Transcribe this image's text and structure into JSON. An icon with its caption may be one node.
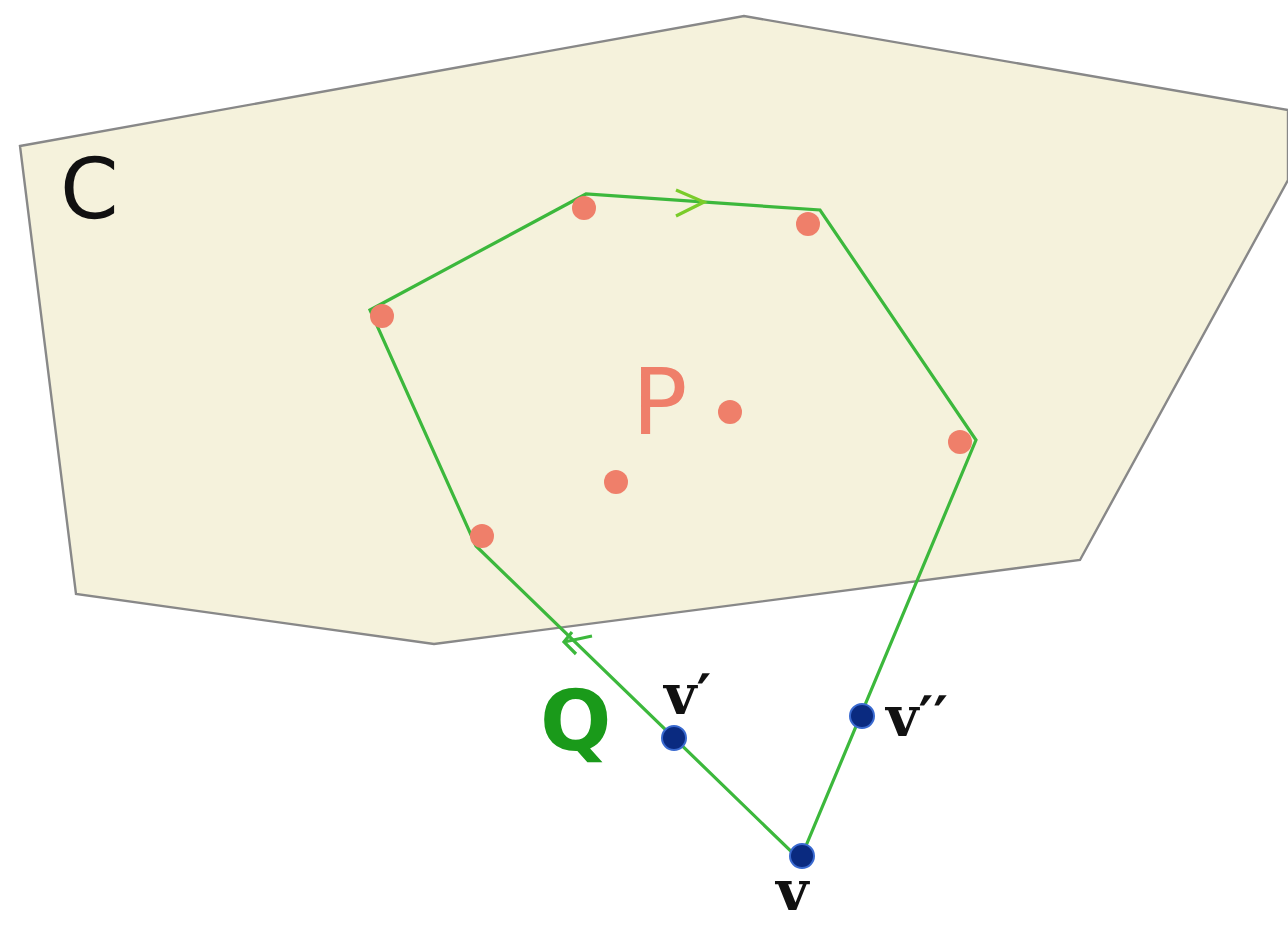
{
  "diagram": {
    "labels": [
      "C",
      "P",
      "v′",
      "Q",
      "v′′",
      "v"
    ]
  }
}
